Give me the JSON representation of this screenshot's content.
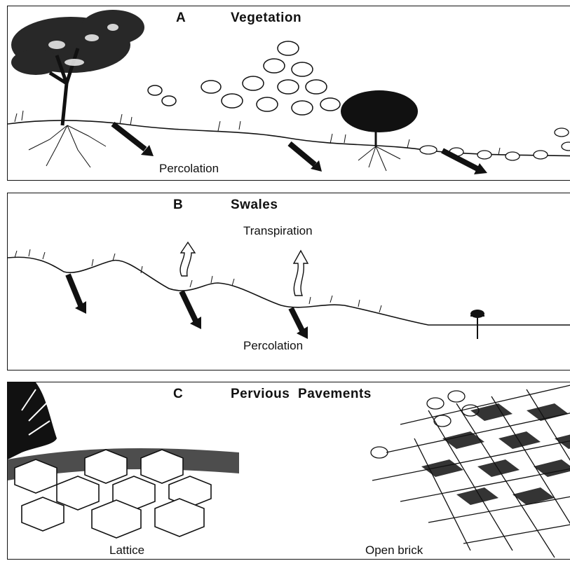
{
  "panels": [
    {
      "letter": "A",
      "title": "Vegetation",
      "labels": [
        "Percolation"
      ]
    },
    {
      "letter": "B",
      "title": "Swales",
      "labels": [
        "Transpiration",
        "Percolation"
      ]
    },
    {
      "letter": "C",
      "title": "Pervious  Pavements",
      "labels": [
        "Lattice",
        "Open brick"
      ]
    }
  ]
}
